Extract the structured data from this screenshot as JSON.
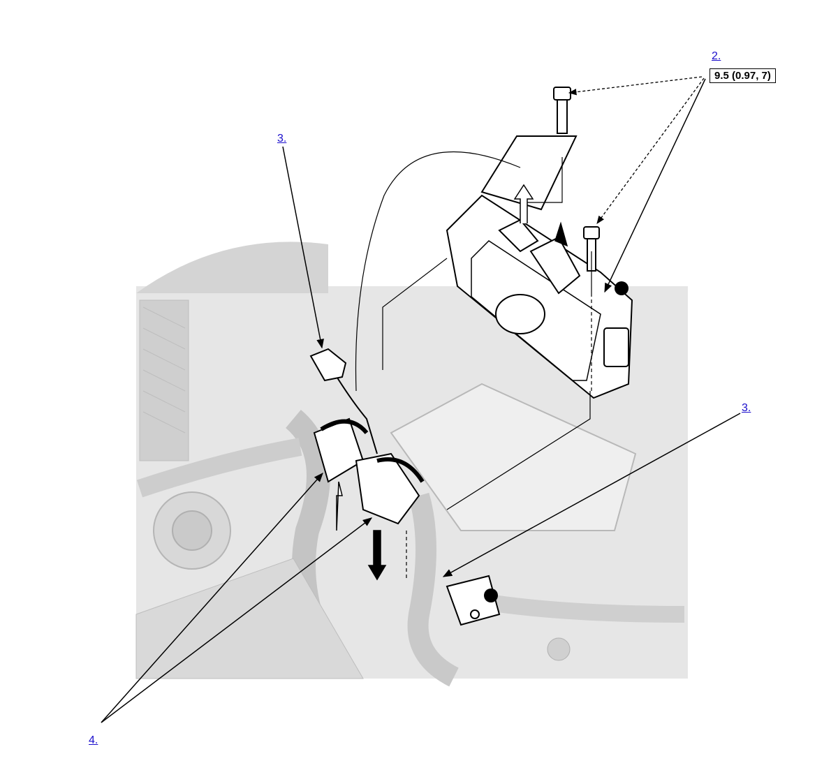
{
  "callouts": {
    "item_2": "2.",
    "item_3_upper": "3.",
    "item_3_lower": "3.",
    "item_4": "4."
  },
  "torque_spec": "9.5 (0.97, 7)",
  "colors": {
    "link": "#1a0dcc",
    "line": "#000000",
    "engine_bay": "#dedede"
  }
}
